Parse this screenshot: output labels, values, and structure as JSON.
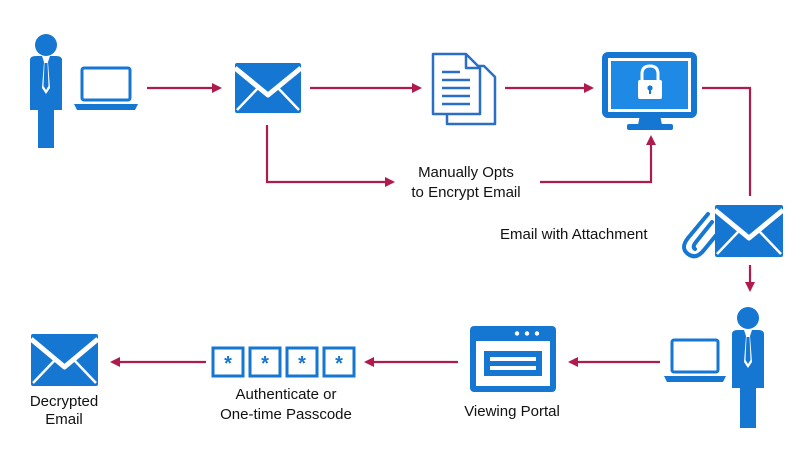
{
  "colors": {
    "blue": "#1677d2",
    "blue_light": "#1f8ae6",
    "arrow": "#b01b4e",
    "outline": "#2a6fc4",
    "white": "#ffffff"
  },
  "icons": {
    "sender": "person-icon",
    "sender_device": "laptop-icon",
    "email": "envelope-icon",
    "documents": "documents-icon",
    "encryption": "monitor-lock-icon",
    "attachment": "paperclip-icon",
    "recipient": "person-icon",
    "recipient_device": "laptop-icon",
    "portal": "browser-window-icon",
    "passcode": "asterisk-box-icon",
    "decrypted": "envelope-icon"
  },
  "labels": {
    "manual_opt_line1": "Manually Opts",
    "manual_opt_line2": "to Encrypt Email",
    "email_attachment": "Email with Attachment",
    "decrypted_line1": "Decrypted",
    "decrypted_line2": "Email",
    "auth_line1": "Authenticate  or",
    "auth_line2": "One-time Passcode",
    "viewing_portal": "Viewing Portal"
  },
  "passcode_symbols": [
    "*",
    "*",
    "*",
    "*"
  ]
}
